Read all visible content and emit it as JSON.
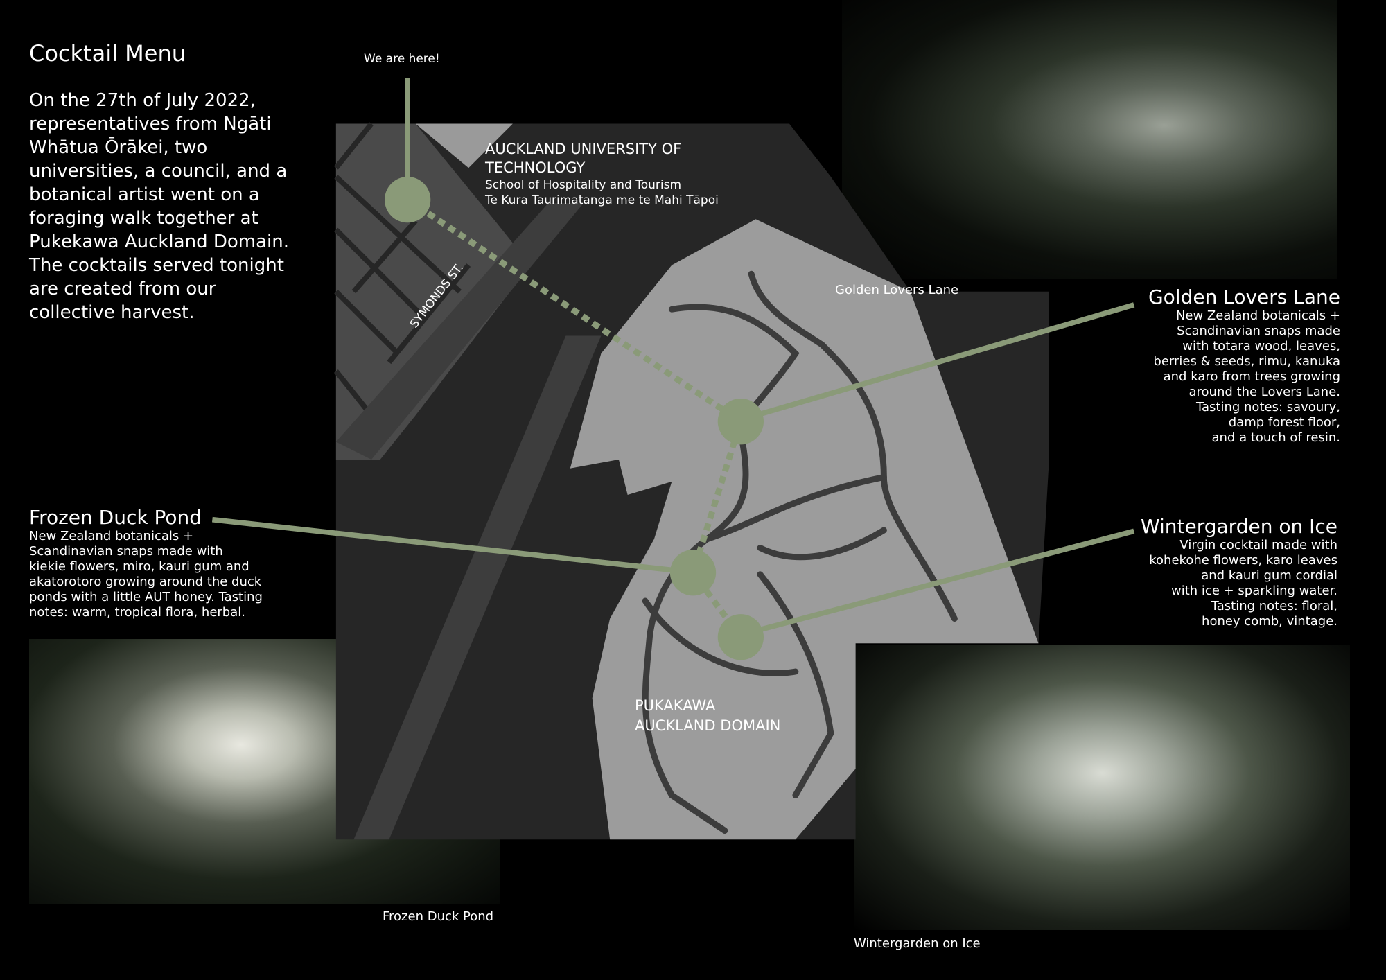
{
  "menu": {
    "title": "Cocktail Menu",
    "intro": "On the 27th of July 2022, representatives from Ngāti Whātua Ōrākei, two universities, a council, and a botanical artist went on a foraging walk together at Pukekawa Auckland Domain. The cocktails served tonight are created from our collective harvest."
  },
  "map": {
    "we_are_here": "We are here!",
    "aut_title_1": "AUCKLAND UNIVERSITY OF",
    "aut_title_2": "TECHNOLOGY",
    "aut_sub_1": "School of Hospitality and Tourism",
    "aut_sub_2": "Te Kura Taurimatanga me te Mahi Tāpoi",
    "street": "SYMONDS ST.",
    "domain_1": "PUKAKAWA",
    "domain_2": "AUCKLAND DOMAIN",
    "accent": "#8a9a78"
  },
  "cocktails": [
    {
      "name": "Golden Lovers Lane",
      "description": "New Zealand botanicals +\nScandinavian snaps made\nwith totara wood, leaves,\nberries & seeds, rimu, kanuka\nand karo from trees growing\naround the Lovers Lane.\nTasting notes: savoury,\ndamp forest floor,\nand a touch of resin.",
      "photo_caption": "Golden Lovers Lane"
    },
    {
      "name": "Frozen Duck Pond",
      "description": "New Zealand botanicals +\nScandinavian snaps made with\nkiekie flowers, miro, kauri gum and\nakatorotoro growing around the duck\nponds with a little AUT honey. Tasting\nnotes: warm, tropical flora, herbal.",
      "photo_caption": "Frozen Duck Pond"
    },
    {
      "name": "Wintergarden on Ice",
      "description": "Virgin cocktail made with\nkohekohe flowers, karo leaves\nand kauri gum cordial\nwith ice + sparkling water.\nTasting notes: floral,\nhoney comb, vintage.",
      "photo_caption": "Wintergarden on Ice"
    }
  ]
}
